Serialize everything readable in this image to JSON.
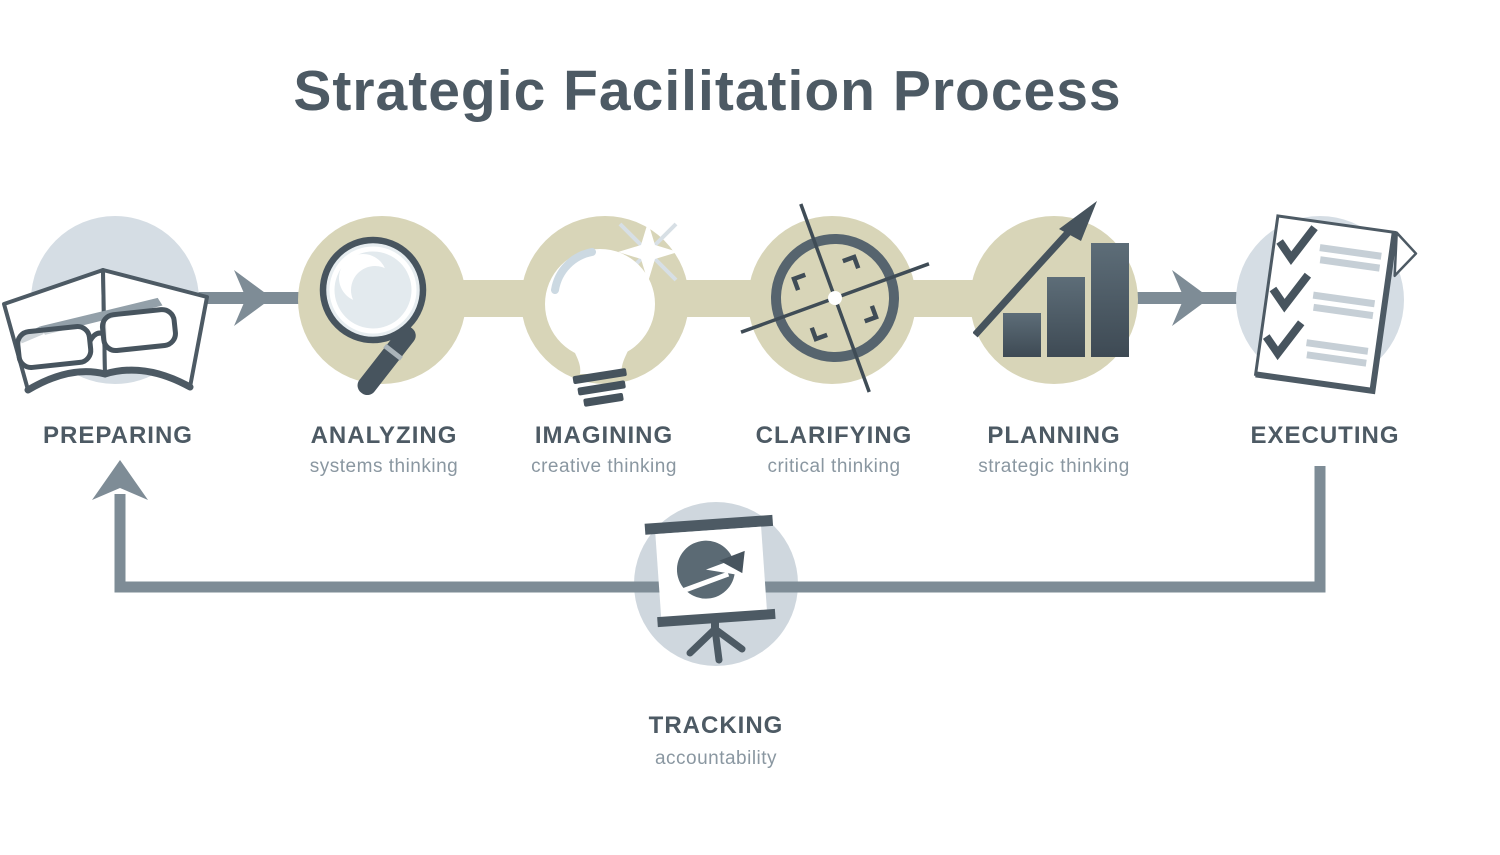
{
  "title": "Strategic Facilitation Process",
  "stages": [
    {
      "id": "preparing",
      "label": "PREPARING",
      "sublabel": "",
      "icon": "open-book-glasses-icon"
    },
    {
      "id": "analyzing",
      "label": "ANALYZING",
      "sublabel": "systems thinking",
      "icon": "magnifying-glass-icon"
    },
    {
      "id": "imagining",
      "label": "IMAGINING",
      "sublabel": "creative thinking",
      "icon": "lightbulb-icon"
    },
    {
      "id": "clarifying",
      "label": "CLARIFYING",
      "sublabel": "critical thinking",
      "icon": "crosshair-target-icon"
    },
    {
      "id": "planning",
      "label": "PLANNING",
      "sublabel": "strategic thinking",
      "icon": "bar-chart-growth-icon"
    },
    {
      "id": "executing",
      "label": "EXECUTING",
      "sublabel": "",
      "icon": "checklist-icon"
    }
  ],
  "feedback_stage": {
    "id": "tracking",
    "label": "TRACKING",
    "sublabel": "accountability",
    "icon": "presentation-easel-icon"
  },
  "flow": {
    "forward_sequence": [
      "PREPARING",
      "ANALYZING",
      "IMAGINING",
      "CLARIFYING",
      "PLANNING",
      "EXECUTING"
    ],
    "feedback_loop": [
      "EXECUTING",
      "TRACKING",
      "PREPARING"
    ]
  },
  "colors": {
    "background": "#ffffff",
    "title_ink": "#4d5a64",
    "stage_label_ink": "#4d5a64",
    "sublabel_gray": "#8a97a1",
    "beige_circle": "#d8d5b8",
    "blue_gray_circle": "#d5dde4",
    "tracking_circle": "#cfd7de",
    "arrow_gray": "#7e8c96",
    "icon_dark": "#47545e"
  }
}
